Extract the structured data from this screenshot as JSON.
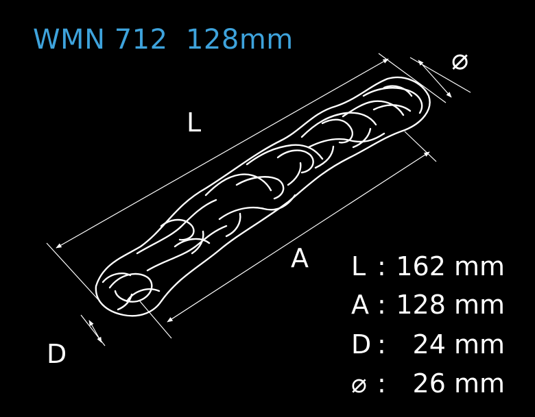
{
  "title": "WMN 712  128mm",
  "dimension_labels": {
    "length": "L",
    "axis": "A",
    "depth": "D",
    "diameter": "⌀"
  },
  "specs": [
    {
      "key": "L",
      "value": "162 mm"
    },
    {
      "key": "A",
      "value": "128 mm"
    },
    {
      "key": "D",
      "value": "24 mm"
    },
    {
      "key": "⌀",
      "value": "26 mm"
    }
  ],
  "colors": {
    "title": "#3ea3dc",
    "lines": "#ffffff",
    "background": "#000000"
  }
}
